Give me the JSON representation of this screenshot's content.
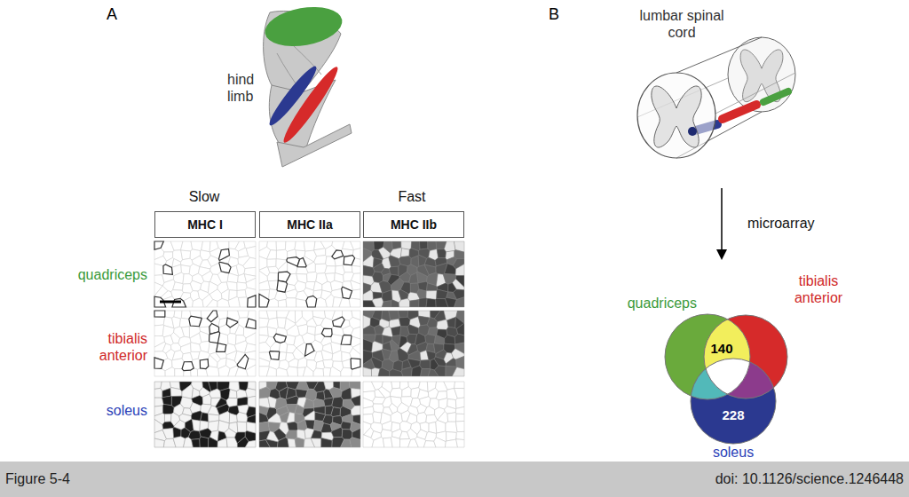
{
  "diagram": {
    "caption": "Figure 5-4",
    "nodes": [
      {
        "text": [
          "MHC I"
        ]
      },
      {
        "text": [
          "MHC IIa"
        ]
      },
      {
        "text": [
          "MHC IIb"
        ]
      },
      {
        "text": [
          "quadriceps"
        ]
      },
      {
        "text": [
          "tibialis anterior"
        ]
      },
      {
        "text": [
          "228",
          "soleus"
        ]
      }
    ],
    "labels": [
      "A",
      "hind limb",
      "Slow",
      "Fast",
      "quadriceps",
      "tibialis anterior",
      "soleus",
      "B",
      "lumbar spinal cord",
      "microarray",
      "140",
      "doi: 10.1126/science.1246448"
    ]
  }
}
